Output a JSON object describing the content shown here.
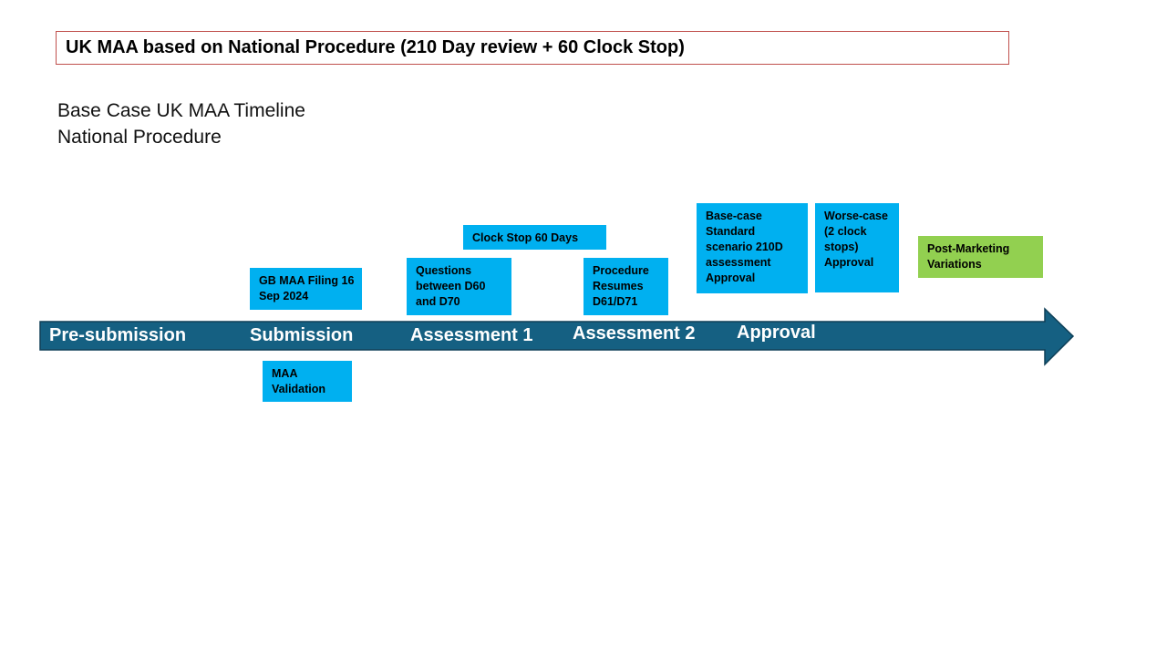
{
  "title": "UK MAA based on National Procedure  (210 Day review + 60 Clock Stop)",
  "subtitle_lines": [
    "Base Case UK MAA Timeline",
    "National Procedure"
  ],
  "colors": {
    "arrow_fill": "#156082",
    "arrow_stroke": "#0e3f57",
    "box_blue": "#00b0f0",
    "box_green": "#92d050",
    "title_border": "#c0504d"
  },
  "phases": [
    "Pre-submission",
    "Submission",
    "Assessment 1",
    "Assessment 2",
    "Approval"
  ],
  "boxes": {
    "gb_filing": "GB MAA Filing 16 Sep 2024",
    "maa_validation": "MAA Validation",
    "questions": "Questions between D60 and D70",
    "clock_stop": "Clock Stop 60 Days",
    "procedure_resumes": "Procedure Resumes D61/D71",
    "base_case": "Base-case Standard scenario 210D assessment Approval",
    "worse_case": "Worse-case (2 clock stops) Approval",
    "post_marketing": "Post-Marketing Variations"
  }
}
